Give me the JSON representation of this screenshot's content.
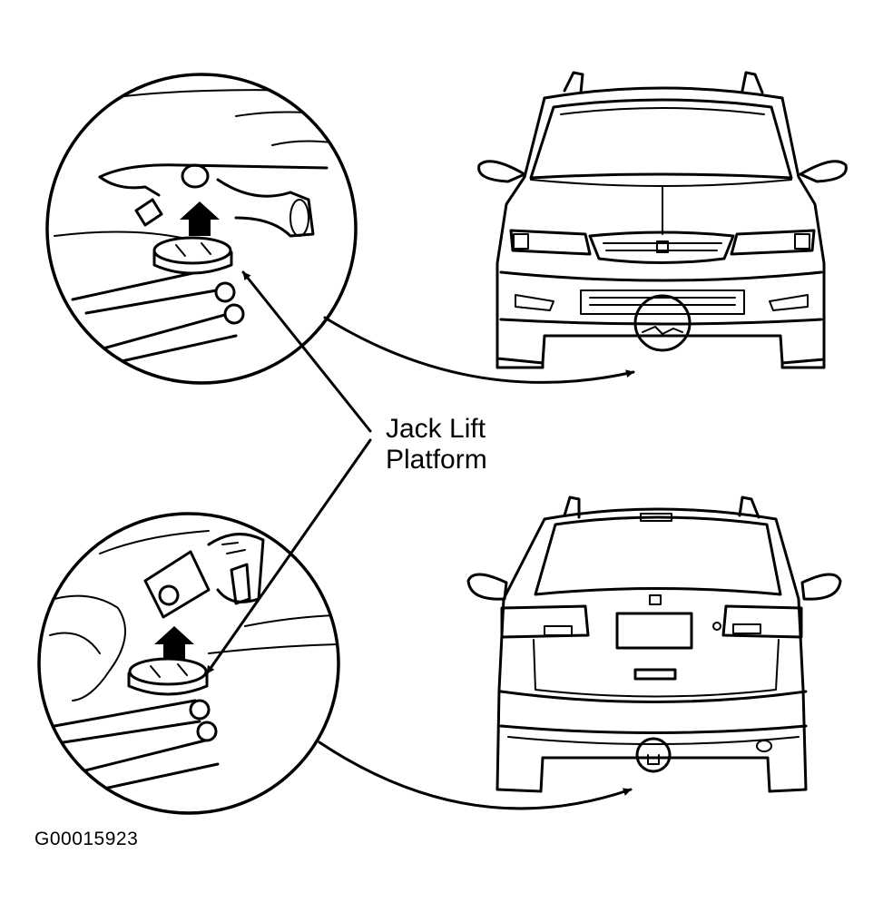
{
  "labels": {
    "callout": [
      "Jack Lift",
      "Platform"
    ],
    "figure_id": "G00015923"
  },
  "colors": {
    "line": "#000000",
    "background": "#ffffff"
  }
}
